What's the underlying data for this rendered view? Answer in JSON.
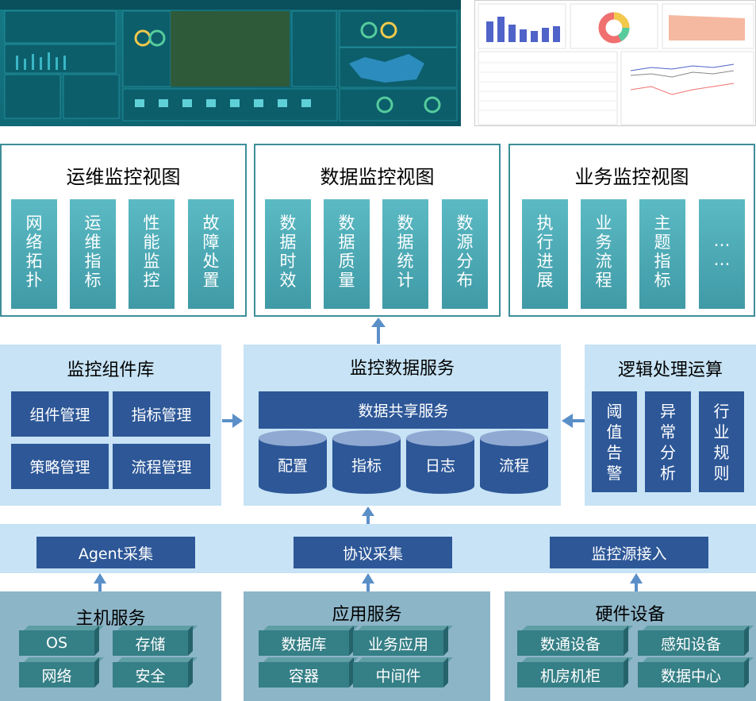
{
  "views": [
    {
      "title": "运维监控视图",
      "items": [
        "网络拓扑",
        "运维指标",
        "性能监控",
        "故障处置"
      ]
    },
    {
      "title": "数据监控视图",
      "items": [
        "数据时效",
        "数据质量",
        "数据统计",
        "数源分布"
      ]
    },
    {
      "title": "业务监控视图",
      "items": [
        "执行进展",
        "业务流程",
        "主题指标",
        "……"
      ]
    }
  ],
  "component_lib": {
    "title": "监控组件库",
    "items": [
      "组件管理",
      "指标管理",
      "策略管理",
      "流程管理"
    ]
  },
  "data_service": {
    "title": "监控数据服务",
    "share": "数据共享服务",
    "stores": [
      "配置",
      "指标",
      "日志",
      "流程"
    ]
  },
  "logic": {
    "title": "逻辑处理运算",
    "items": [
      "阈值告警",
      "异常分析",
      "行业规则"
    ]
  },
  "collect": {
    "items": [
      "Agent采集",
      "协议采集",
      "监控源接入"
    ]
  },
  "sources": [
    {
      "title": "主机服务",
      "items": [
        "OS",
        "存储",
        "网络",
        "安全"
      ]
    },
    {
      "title": "应用服务",
      "items": [
        "数据库",
        "业务应用",
        "容器",
        "中间件"
      ]
    },
    {
      "title": "硬件设备",
      "items": [
        "数通设备",
        "感知设备",
        "机房机柜",
        "数据中心"
      ]
    }
  ],
  "colors": {
    "teal": "#4aa8b2",
    "navy": "#2d5797",
    "light_blue": "#c7e3f5",
    "gray_blue": "#8db5c8",
    "arrow": "#5b8fc8"
  }
}
